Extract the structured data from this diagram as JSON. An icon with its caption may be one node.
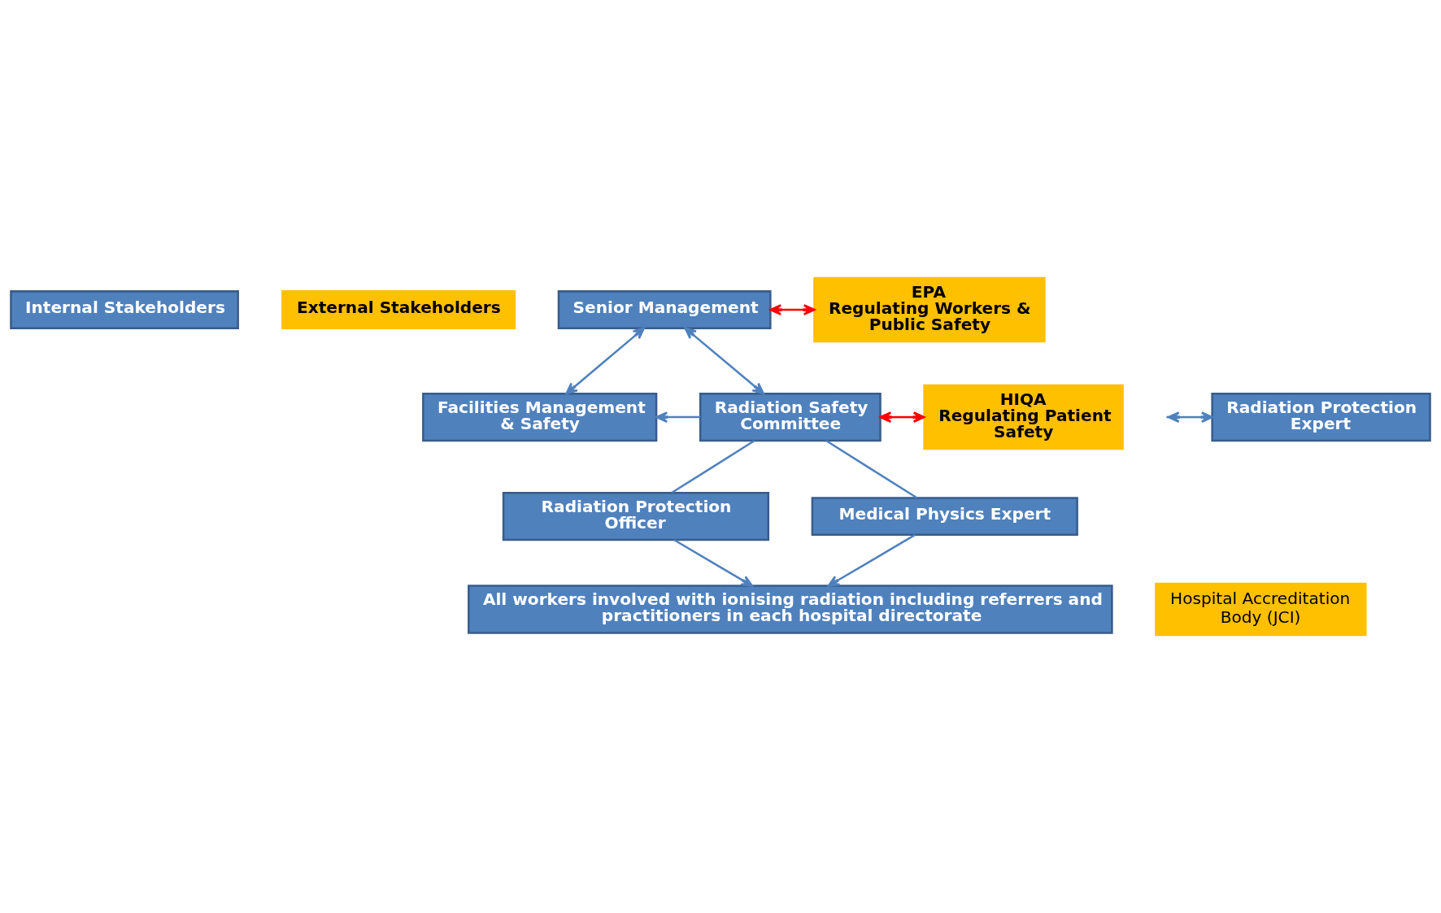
{
  "diagram": {
    "nodes": [
      {
        "text": [
          "Internal Stakeholders"
        ]
      },
      {
        "text": [
          "External Stakeholders"
        ]
      },
      {
        "text": [
          "Senior Management"
        ]
      },
      {
        "text": [
          "EPA",
          "Regulating Workers & Public Safety"
        ]
      },
      {
        "text": [
          "Facilities Management & Safety"
        ]
      },
      {
        "text": [
          "Radiation Protection Expert"
        ]
      },
      {
        "text": [
          "Radiation Safety Committee"
        ]
      },
      {
        "text": [
          "HIQA",
          "Regulating Patient Safety"
        ]
      },
      {
        "text": [
          "Radiation Protection Officer"
        ]
      },
      {
        "text": [
          "Medical Physics Expert"
        ]
      },
      {
        "text": [
          "All workers involved with ionising radiation including referrers and practitioners in each hospital directorate"
        ]
      },
      {
        "text": [
          "Hospital Accreditation Body (JCI)"
        ]
      }
    ],
    "edges": [
      {
        "from": 2,
        "to": 4,
        "arrow": "both"
      },
      {
        "from": 2,
        "to": 3,
        "arrow": "both",
        "color": "#ff0000"
      },
      {
        "from": 2,
        "to": 6,
        "arrow": "both"
      },
      {
        "from": null,
        "to": 5,
        "arrow": "both"
      },
      {
        "from": 6,
        "to": 4,
        "arrow": "to"
      },
      {
        "from": 6,
        "to": 7,
        "arrow": "both",
        "color": "#ff0000"
      },
      {
        "from": 6,
        "to": 8,
        "arrow": "none"
      },
      {
        "from": 6,
        "to": 9,
        "arrow": "none"
      },
      {
        "from": 8,
        "to": 10,
        "arrow": "to"
      },
      {
        "from": 9,
        "to": 10,
        "arrow": "to"
      }
    ]
  }
}
